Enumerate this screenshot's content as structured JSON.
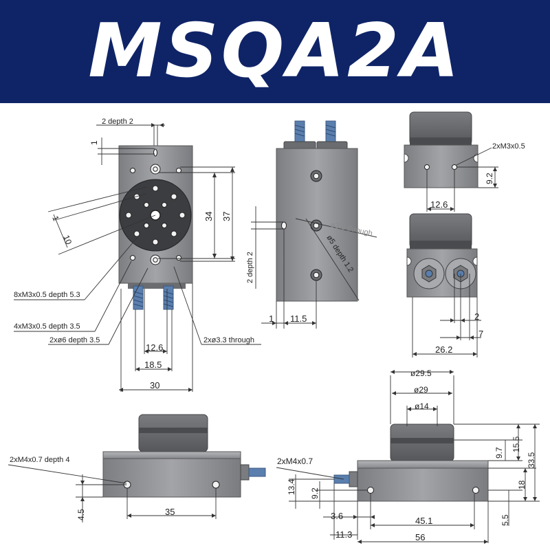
{
  "title": "MSQA2A",
  "colors": {
    "banner": "#0f2467",
    "body": "#8d8f93",
    "body_dark": "#5a5c60",
    "cap": "#6e7074",
    "screw": "#5a7fae",
    "dim_line": "#333333"
  },
  "labels": {
    "depth2_top": "2 depth 2",
    "tap_8": "8xM3x0.5 depth 5.3",
    "tap_4": "4xM3x0.5 depth 3.5",
    "hole_6": "2xø6 depth 3.5",
    "hole_33": "2xø3.3 through",
    "hole_38": "ø3.8 through",
    "cbore_5": "ø5 depth 1.2",
    "depth2_side": "2 depth 2",
    "tap_m3_side": "2xM3x0.5",
    "tap_m4_left": "2xM4x0.7 depth 4",
    "tap_m4_right": "2xM4x0.7"
  },
  "dims": {
    "d1_top": "1",
    "d1_angle": "1",
    "d10_angle": "10",
    "d34": "34",
    "d37": "37",
    "d12_6_front": "12.6",
    "d18_5": "18.5",
    "d30": "30",
    "d1_side": "1",
    "d11_5": "11.5",
    "d9_2_tr": "9.2",
    "d12_6_tr": "12.6",
    "d2_mr": "2",
    "d7_mr": "7",
    "d26_2": "26.2",
    "d4_5": "4.5",
    "d35": "35",
    "d29_5": "ø29.5",
    "d29": "ø29",
    "d14": "ø14",
    "d15_5": "15.5",
    "d33_5": "33.5",
    "d9_7": "9.7",
    "d18": "18",
    "d13_4": "13.4",
    "d9_2_br": "9.2",
    "d3_6": "3.6",
    "d45_1": "45.1",
    "d5_5": "5.5",
    "d11_3": "11.3",
    "d56": "56"
  }
}
